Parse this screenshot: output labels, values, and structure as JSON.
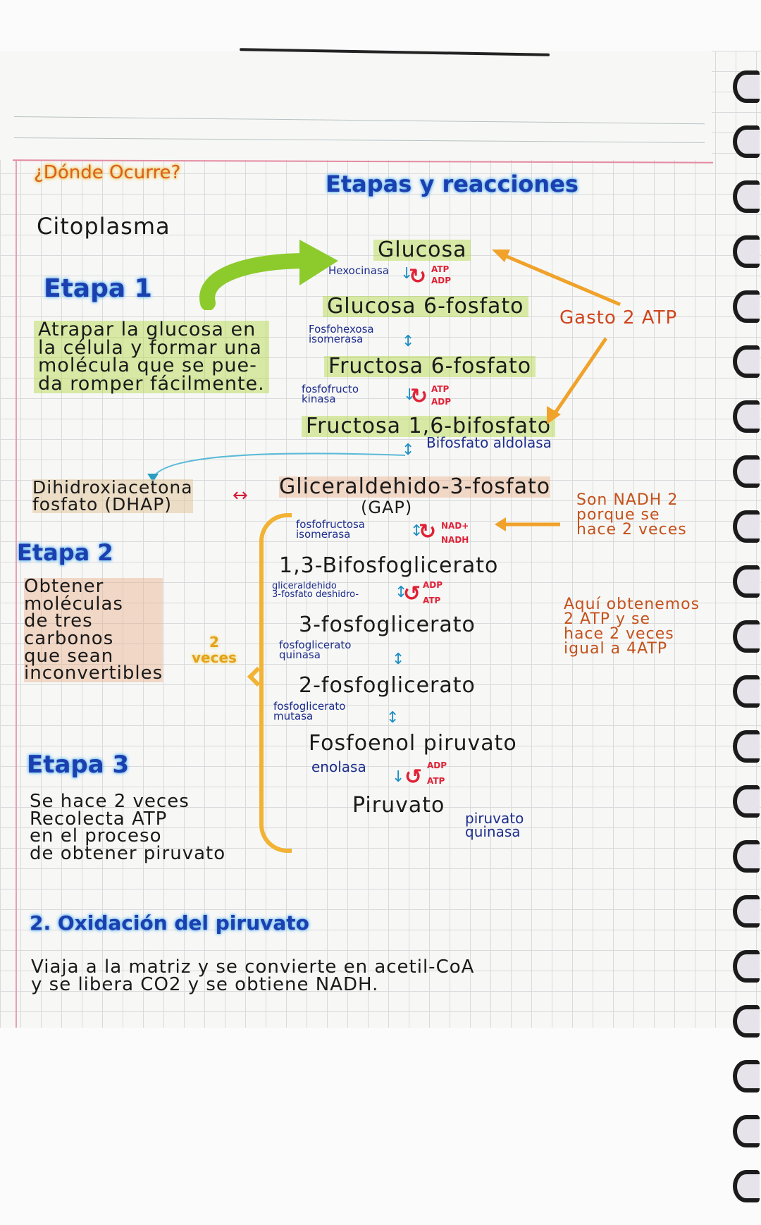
{
  "notebook": {
    "section_where": {
      "question": "¿Dónde Ocurre?",
      "answer": "Citoplasma"
    },
    "title": "Etapas y reacciones",
    "stages": [
      {
        "label": "Etapa 1",
        "description": "Atrapar la glucosa en\nla célula y formar una\nmolécula que se pue-\nda romper fácilmente."
      },
      {
        "label": "Etapa 2",
        "description": "Obtener\nmoléculas\nde tres\ncarbonos\nque sean\ninconvertibles"
      },
      {
        "label": "Etapa 3",
        "description": "Se hace 2 veces\nRecolecta ATP\nen el proceso\nde obtener piruvato"
      }
    ],
    "pathway": {
      "metabolites": [
        "Glucosa",
        "Glucosa 6-fosfato",
        "Fructosa 6-fosfato",
        "Fructosa 1,6-bifosfato",
        "Gliceraldehido-3-fosfato",
        "(GAP)",
        "1,3-Bifosfoglicerato",
        "3-fosfoglicerato",
        "2-fosfoglicerato",
        "Fosfoenol piruvato",
        "Piruvato"
      ],
      "side_product": "Dihidroxiacetona\nfosfato (DHAP)",
      "enzymes": [
        "Hexocinasa",
        "Fosfohexosa\nisomerasa",
        "fosfofructo\nkinasa",
        "Bifosfato aldolasa",
        "fosfofructosa\nisomerasa",
        "gliceraldehido\n3-fosfato deshidro-",
        "fosfoglicerato\nquinasa",
        "fosfoglicerato\nmutasa",
        "enolasa",
        "piruvato\nquinasa"
      ],
      "cofactors": [
        {
          "top": "ATP",
          "bottom": "ADP"
        },
        {
          "top": "ATP",
          "bottom": "ADP"
        },
        {
          "top": "NAD+",
          "bottom": "NADH"
        },
        {
          "top": "ADP",
          "bottom": "ATP"
        },
        {
          "top": "ADP",
          "bottom": "ATP"
        }
      ],
      "repeat_label": "2\nveces"
    },
    "annotations": {
      "gasto": "Gasto 2 ATP",
      "nadh": "Son NADH 2\nporque se\nhace 2 veces",
      "atp": "Aquí obtenemos\n2 ATP y se\nhace 2 veces\nigual a 4ATP"
    },
    "section2": {
      "heading": "2. Oxidación del piruvato",
      "body": "Viaja a la matriz y se convierte en acetil-CoA\ny se libera CO2 y se obtiene NADH."
    },
    "colors": {
      "heading_blue": "#1c3fb0",
      "highlight_blue": "#5fb6ef",
      "orange": "#d9611c",
      "enzyme_navy": "#1d2d8c",
      "cofactor_red": "#e02236",
      "green_highlight": "#b0d640",
      "margin_pink": "#e48aa0"
    }
  }
}
